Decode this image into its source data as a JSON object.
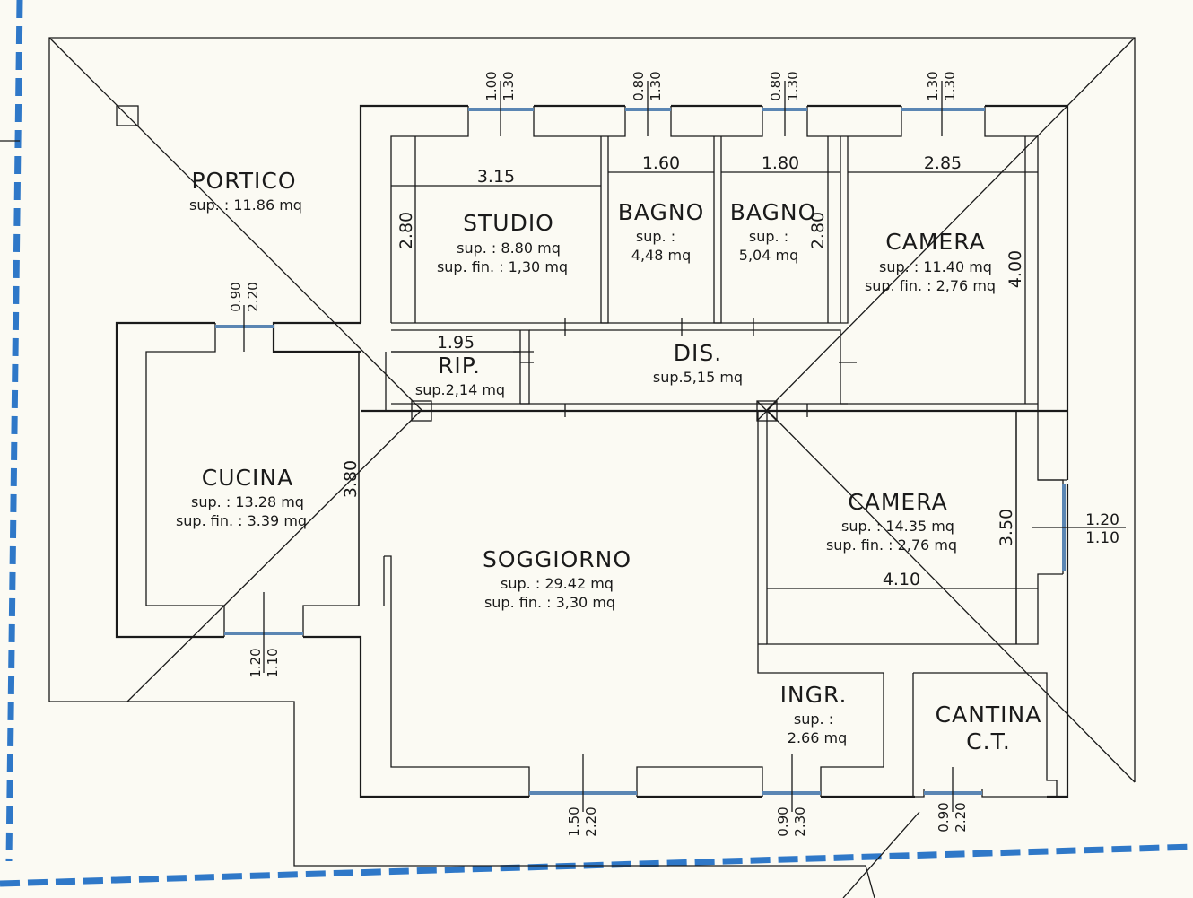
{
  "rooms": {
    "portico": {
      "name": "PORTICO",
      "sup": "sup. : 11.86 mq"
    },
    "studio": {
      "name": "STUDIO",
      "sup": "sup. : 8.80 mq",
      "supfin": "sup. fin. : 1,30 mq"
    },
    "bagno1": {
      "name": "BAGNO",
      "sup": "sup. :",
      "sup2": "4,48 mq"
    },
    "bagno2": {
      "name": "BAGNO",
      "sup": "sup. :",
      "sup2": "5,04 mq"
    },
    "camera1": {
      "name": "CAMERA",
      "sup": "sup. : 11.40 mq",
      "supfin": "sup. fin. : 2,76 mq"
    },
    "rip": {
      "name": "RIP.",
      "sup": "sup.2,14 mq"
    },
    "dis": {
      "name": "DIS.",
      "sup": "sup.5,15 mq"
    },
    "cucina": {
      "name": "CUCINA",
      "sup": "sup. : 13.28 mq",
      "supfin": "sup. fin. : 3.39 mq"
    },
    "soggiorno": {
      "name": "SOGGIORNO",
      "sup": "sup. : 29.42 mq",
      "supfin": "sup. fin. : 3,30 mq"
    },
    "camera2": {
      "name": "CAMERA",
      "sup": "sup. : 14.35 mq",
      "supfin": "sup. fin. : 2,76 mq"
    },
    "ingr": {
      "name": "INGR.",
      "sup": "sup. :",
      "sup2": "2.66 mq"
    },
    "cantina": {
      "name": "CANTINA",
      "sub": "C.T."
    }
  },
  "dimensions": {
    "studio_w": "3.15",
    "studio_h": "2.80",
    "bagno1_w": "1.60",
    "bagno2_w": "1.80",
    "bagno2_h": "2.80",
    "camera1_w": "2.85",
    "camera1_h": "4.00",
    "rip_w": "1.95",
    "cucina_h": "3.80",
    "camera2_h": "3.50",
    "camera2_w": "4.10"
  },
  "windows": [
    {
      "a": "1.00",
      "b": "1.30"
    },
    {
      "a": "0.80",
      "b": "1.30"
    },
    {
      "a": "0.80",
      "b": "1.30"
    },
    {
      "a": "1.30",
      "b": "1.30"
    },
    {
      "a": "0.90",
      "b": "2.20"
    },
    {
      "a": "1.20",
      "b": "1.10"
    },
    {
      "a": "1.20",
      "b": "1.10"
    },
    {
      "a": "1.50",
      "b": "2.20"
    },
    {
      "a": "0.90",
      "b": "2.30"
    },
    {
      "a": "0.90",
      "b": "2.20"
    }
  ],
  "colors": {
    "lines": "#1a1a1a",
    "glass": "#5b86b3",
    "boundary": "#2f78c8",
    "paper": "#fbfaf3"
  }
}
